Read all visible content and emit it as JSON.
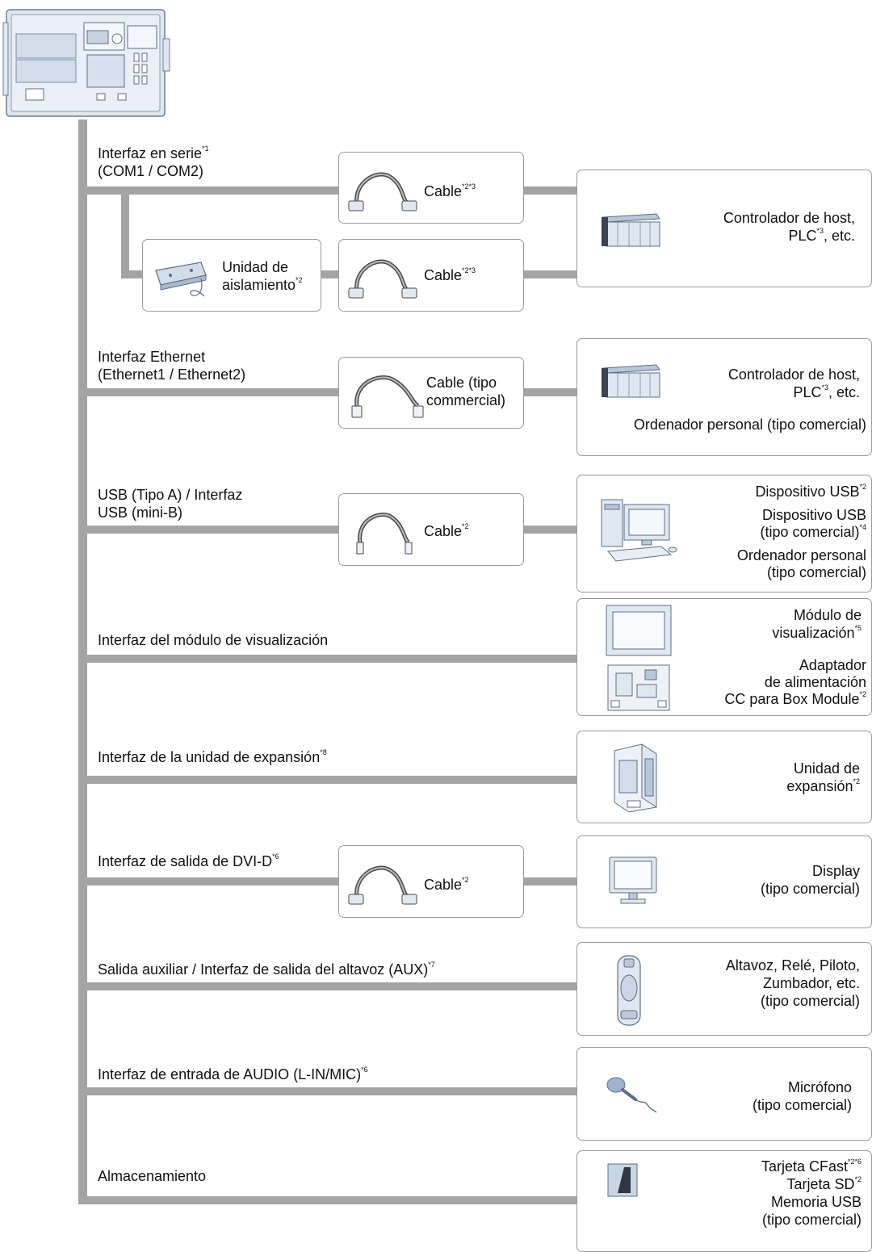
{
  "interfaces": {
    "serial": {
      "l1": "Interfaz en serie",
      "l1_sup": "*1",
      "l2": "(COM1 / COM2)"
    },
    "ethernet": {
      "l1": "Interfaz Ethernet",
      "l2": "(Ethernet1 / Ethernet2)"
    },
    "usb": {
      "l1": "USB (Tipo A) / Interfaz",
      "l2": "USB (mini-B)"
    },
    "display_module": {
      "l1": "Interfaz del módulo de visualización"
    },
    "expansion": {
      "l1": "Interfaz de la unidad de expansión",
      "l1_sup": "*8"
    },
    "dvi": {
      "l1": "Interfaz de salida de DVI-D",
      "l1_sup": "*6"
    },
    "aux": {
      "l1": "Salida auxiliar / Interfaz de salida del altavoz (AUX)",
      "l1_sup": "*7"
    },
    "audio": {
      "l1": "Interfaz de entrada de AUDIO  (L-IN/MIC)",
      "l1_sup": "*6"
    },
    "storage": {
      "l1": "Almacenamiento"
    }
  },
  "cables": {
    "serial1": {
      "label": "Cable",
      "sup": "*2*3"
    },
    "serial2": {
      "label": "Cable",
      "sup": "*2*3"
    },
    "ethernet": {
      "l1": "Cable (tipo",
      "l2": "commercial)"
    },
    "usb": {
      "label": "Cable",
      "sup": "*2"
    },
    "dvi": {
      "label": "Cable",
      "sup": "*2"
    }
  },
  "isolation": {
    "l1": "Unidad de",
    "l2": "aislamiento",
    "sup": "*2"
  },
  "devices": {
    "host1": {
      "l1": "Controlador de host,",
      "l2": "PLC",
      "l2_sup": "*3",
      "l2_rest": ", etc."
    },
    "host2": {
      "l1": "Controlador de host,",
      "l2": "PLC",
      "l2_sup": "*3",
      "l2_rest": ", etc.",
      "l3": "Ordenador personal (tipo comercial)"
    },
    "usb": {
      "l1": "Dispositivo USB",
      "l1_sup": "*2",
      "l2": "Dispositivo USB",
      "l3": "(tipo comercial)",
      "l3_sup": "*4",
      "l4": "Ordenador personal",
      "l5": "(tipo comercial)"
    },
    "display_module": {
      "l1": "Módulo de",
      "l2": "visualización",
      "l2_sup": "*5",
      "l3": "Adaptador",
      "l4": "de alimentación",
      "l5": "CC para Box Module",
      "l5_sup": "*2"
    },
    "expansion": {
      "l1": "Unidad de",
      "l2": "expansión",
      "l2_sup": "*2"
    },
    "display": {
      "l1": "Display",
      "l2": "(tipo comercial)"
    },
    "aux": {
      "l1": "Altavoz, Relé, Piloto,",
      "l2": "Zumbador, etc.",
      "l3": "(tipo comercial)"
    },
    "mic": {
      "l1": "Micrófono",
      "l2": "(tipo comercial)"
    },
    "storage": {
      "l1": "Tarjeta CFast",
      "l1_sup": "*2*6",
      "l2": "Tarjeta SD",
      "l2_sup": "*2",
      "l3": "Memoria USB",
      "l4": "(tipo comercial)"
    }
  },
  "colors": {
    "line": "#a4a4a4",
    "box_border": "#9a9a9a",
    "icon_blue": "#c9d6e6",
    "icon_stroke": "#6b7f95"
  }
}
